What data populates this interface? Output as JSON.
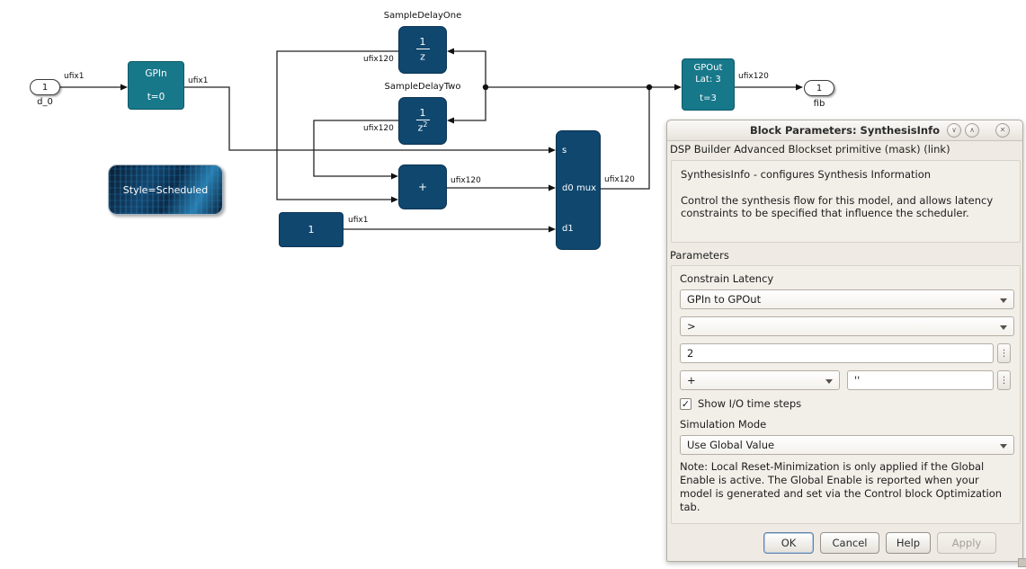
{
  "diagram": {
    "colors": {
      "teal": "#17788a",
      "navy": "#0f476e"
    },
    "signals": {
      "ufix1": "ufix1",
      "ufix120": "ufix120"
    },
    "input_port": {
      "id": "1",
      "name": "d_0"
    },
    "output_port": {
      "id": "1",
      "name": "fib"
    },
    "gpin": {
      "title": "GPIn",
      "time": "t=0"
    },
    "gpout": {
      "title": "GPOut",
      "latency": "Lat: 3",
      "time": "t=3"
    },
    "delay1": {
      "name": "SampleDelayOne",
      "num": "1",
      "den": "z",
      "exp": ""
    },
    "delay2": {
      "name": "SampleDelayTwo",
      "num": "1",
      "den": "z",
      "exp": "2"
    },
    "adder": {
      "symbol": "+"
    },
    "constant": {
      "value": "1"
    },
    "mux": {
      "name": "mux",
      "port_s": "s",
      "port_d0": "d0",
      "port_d1": "d1"
    },
    "annotation": {
      "text": "Style=Scheduled"
    }
  },
  "dialog": {
    "title": "Block Parameters: SynthesisInfo",
    "window_icons": {
      "shade": "∨",
      "unshade": "∧",
      "close": "✕"
    },
    "subtitle": "DSP Builder Advanced Blockset primitive (mask) (link)",
    "description": {
      "line1": "SynthesisInfo - configures Synthesis Information",
      "body": "Control the synthesis flow for this model, and allows latency constraints to be specified that influence the scheduler."
    },
    "parameters_label": "Parameters",
    "constrain_latency": {
      "label": "Constrain Latency",
      "path_value": "GPIn to GPOut",
      "operator_value": ">",
      "latency_value": "2",
      "plus_value": "+",
      "quote_value": "''",
      "dots_icon": "⋮"
    },
    "show_io": {
      "label": "Show I/O time steps",
      "checked": true,
      "glyph": "✓"
    },
    "simulation_mode": {
      "label": "Simulation Mode",
      "value": "Use Global Value"
    },
    "note": "Note: Local Reset-Minimization is only applied if the Global Enable is active. The Global Enable is reported when your model is generated and set via the Control block Optimization tab.",
    "buttons": {
      "ok": "OK",
      "cancel": "Cancel",
      "help": "Help",
      "apply": "Apply"
    }
  }
}
